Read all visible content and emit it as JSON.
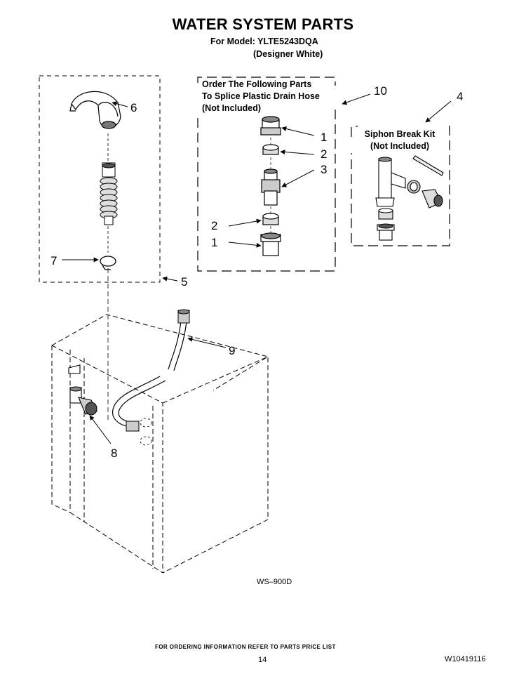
{
  "header": {
    "title": "WATER SYSTEM PARTS",
    "model_line": "For Model: YLTE5243DQA",
    "color_line": "(Designer White)"
  },
  "splice_box": {
    "lines": [
      "Order The Following Parts",
      "To Splice Plastic Drain Hose",
      "(Not Included)"
    ]
  },
  "siphon_box": {
    "lines": [
      "Siphon Break Kit",
      "(Not Included)"
    ]
  },
  "callouts": {
    "c1a": "1",
    "c2a": "2",
    "c3": "3",
    "c2b": "2",
    "c1b": "1",
    "c4": "4",
    "c5": "5",
    "c6": "6",
    "c7": "7",
    "c8": "8",
    "c9": "9",
    "c10": "10"
  },
  "diagram_code": "WS–900D",
  "footer": {
    "ordering_note": "FOR ORDERING INFORMATION REFER TO PARTS PRICE LIST",
    "page_number": "14",
    "doc_number": "W10419116"
  }
}
